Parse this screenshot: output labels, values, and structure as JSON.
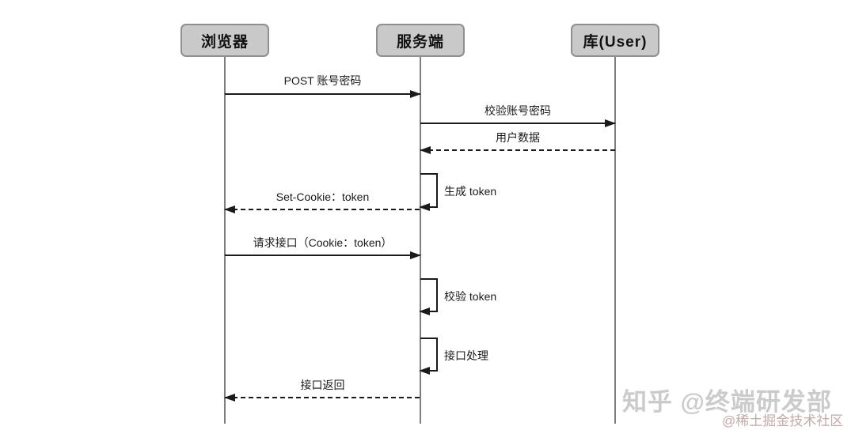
{
  "diagram": {
    "type": "sequence",
    "actors": [
      {
        "id": "browser",
        "label": "浏览器"
      },
      {
        "id": "server",
        "label": "服务端"
      },
      {
        "id": "db",
        "label": "库(User)"
      }
    ],
    "messages": [
      {
        "label": "POST 账号密码",
        "from": "浏览器",
        "to": "服务端",
        "line": "solid",
        "kind": "message"
      },
      {
        "label": "校验账号密码",
        "from": "服务端",
        "to": "库(User)",
        "line": "solid",
        "kind": "message"
      },
      {
        "label": "用户数据",
        "from": "库(User)",
        "to": "服务端",
        "line": "dashed",
        "kind": "message"
      },
      {
        "label": "生成 token",
        "from": "服务端",
        "to": "服务端",
        "line": "solid",
        "kind": "self-call"
      },
      {
        "label": "Set-Cookie：token",
        "from": "服务端",
        "to": "浏览器",
        "line": "dashed",
        "kind": "message"
      },
      {
        "label": "请求接口（Cookie：token）",
        "from": "浏览器",
        "to": "服务端",
        "line": "solid",
        "kind": "message"
      },
      {
        "label": "校验 token",
        "from": "服务端",
        "to": "服务端",
        "line": "solid",
        "kind": "self-call"
      },
      {
        "label": "接口处理",
        "from": "服务端",
        "to": "服务端",
        "line": "solid",
        "kind": "self-call"
      },
      {
        "label": "接口返回",
        "from": "服务端",
        "to": "浏览器",
        "line": "dashed",
        "kind": "message"
      }
    ]
  },
  "watermarks": {
    "zhihu": "知乎 @终端研发部",
    "juejin": "@稀土掘金技术社区"
  },
  "colors": {
    "background": "#ffffff",
    "actor_fill": "#c9c9c9",
    "actor_border": "#8f8f8f",
    "message_line": "#1a1a1a",
    "lifeline": "#7d7d7d",
    "watermark_primary": "#cbcbcb",
    "watermark_secondary": "#c3aba8"
  }
}
